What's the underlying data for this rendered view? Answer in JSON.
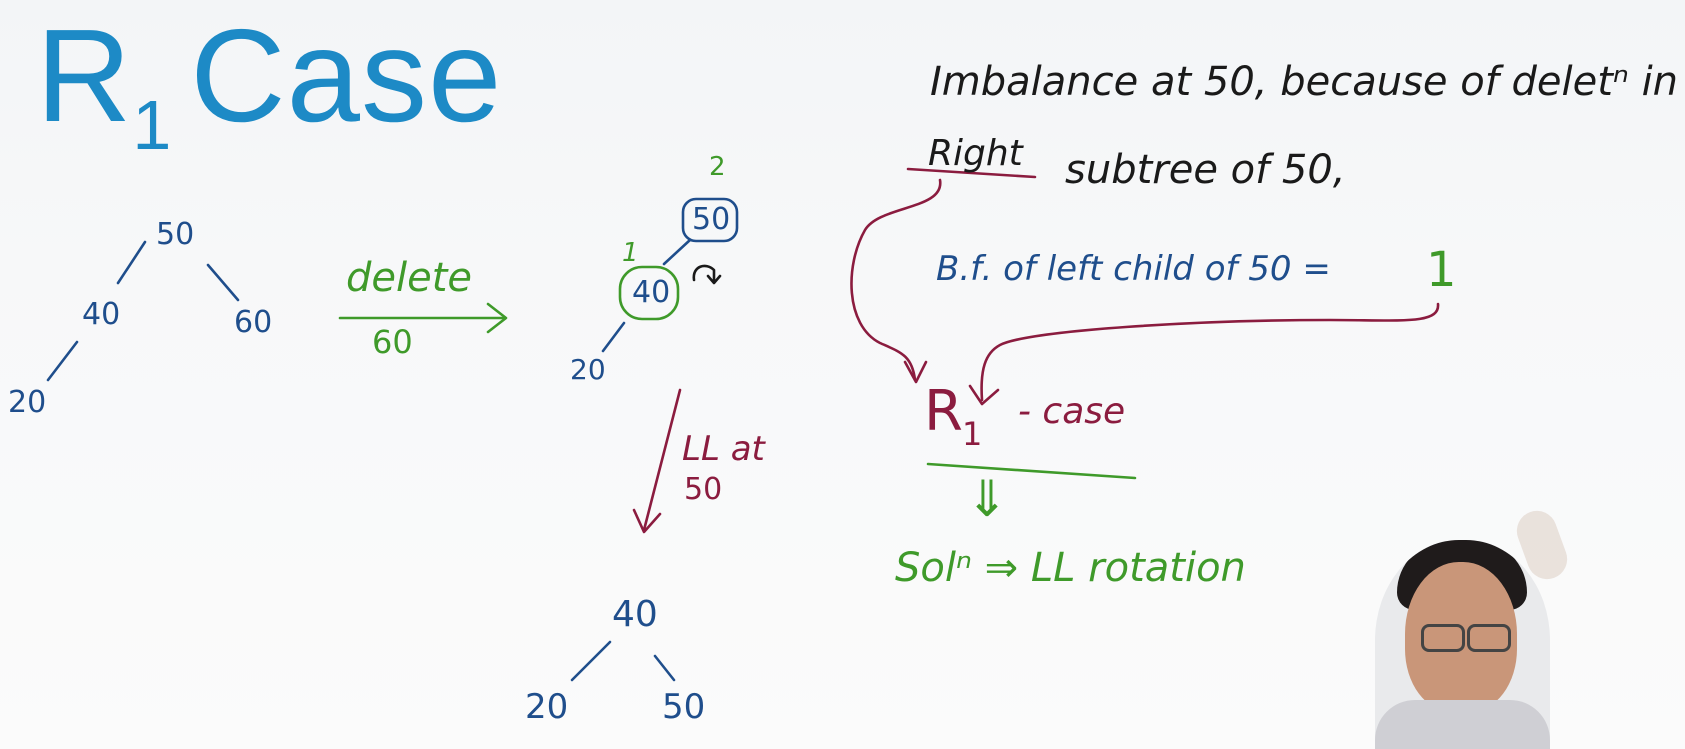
{
  "title": {
    "main": "R",
    "subscript": "1",
    "rest": "Case"
  },
  "tree_original": {
    "root": "50",
    "left": "40",
    "right": "60",
    "left_left": "20"
  },
  "delete_arrow": {
    "label_top": "delete",
    "label_bottom": "60"
  },
  "tree_after_delete": {
    "root": "50",
    "root_bf": "2",
    "left": "40",
    "left_bf": "1",
    "left_left": "20"
  },
  "rotation_arrow": {
    "label_line1": "LL at",
    "label_line2": "50"
  },
  "tree_rotated": {
    "root": "40",
    "left": "20",
    "right": "50"
  },
  "notes": {
    "line1": "Imbalance at 50, because of deletⁿ in",
    "line2_word": "Right",
    "line2_rest": "subtree of 50,",
    "bf_text": "B.f. of left child of 50 =",
    "bf_value": "1",
    "case_main": "R",
    "case_sub": "1",
    "case_rest": "- case",
    "implies": "⇓",
    "solution": "Solⁿ ⇒ LL rotation"
  },
  "colors": {
    "title": "#1d8ac6",
    "blue_ink": "#1f4e8c",
    "green_ink": "#3f9a2a",
    "maroon_ink": "#8b1c3f",
    "black_ink": "#1a1a1a"
  }
}
